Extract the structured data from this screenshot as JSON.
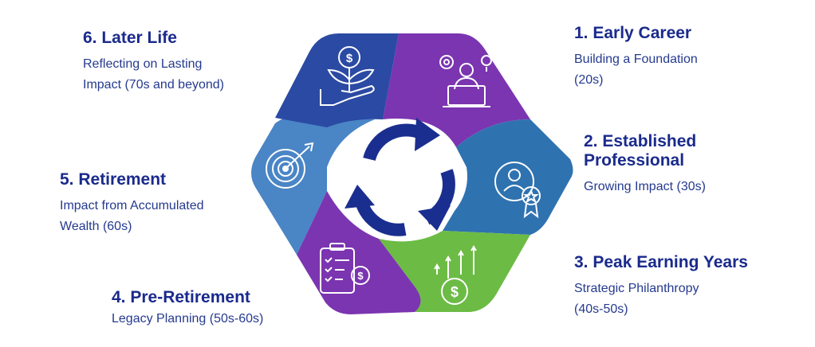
{
  "stages": [
    {
      "title": "1. Early Career",
      "subtitle": "Building a Foundation\n(20s)",
      "color": "#7b35b0",
      "icon": "professional-laptop-icon"
    },
    {
      "title": "2. Established\nProfessional",
      "subtitle": "Growing Impact (30s)",
      "color": "#2f72b0",
      "icon": "user-badge-icon"
    },
    {
      "title": "3. Peak Earning Years",
      "subtitle": "Strategic Philanthropy\n(40s-50s)",
      "color": "#6cbb45",
      "icon": "money-growth-icon"
    },
    {
      "title": "4. Pre-Retirement",
      "subtitle": "Legacy Planning (50s-60s)",
      "color": "#7b35b0",
      "icon": "checklist-money-icon"
    },
    {
      "title": "5. Retirement",
      "subtitle": "Impact from Accumulated\nWealth (60s)",
      "color": "#4a85c6",
      "icon": "target-icon"
    },
    {
      "title": "6. Later Life",
      "subtitle": "Reflecting on Lasting\nImpact (70s and beyond)",
      "color": "#2b4aa3",
      "icon": "money-plant-icon"
    }
  ],
  "center_icon": "cycle-arrows-icon",
  "colors": {
    "title": "#1a2a8c",
    "subtitle": "#253a8f",
    "cycle_arrows": "#1a2e8f"
  }
}
